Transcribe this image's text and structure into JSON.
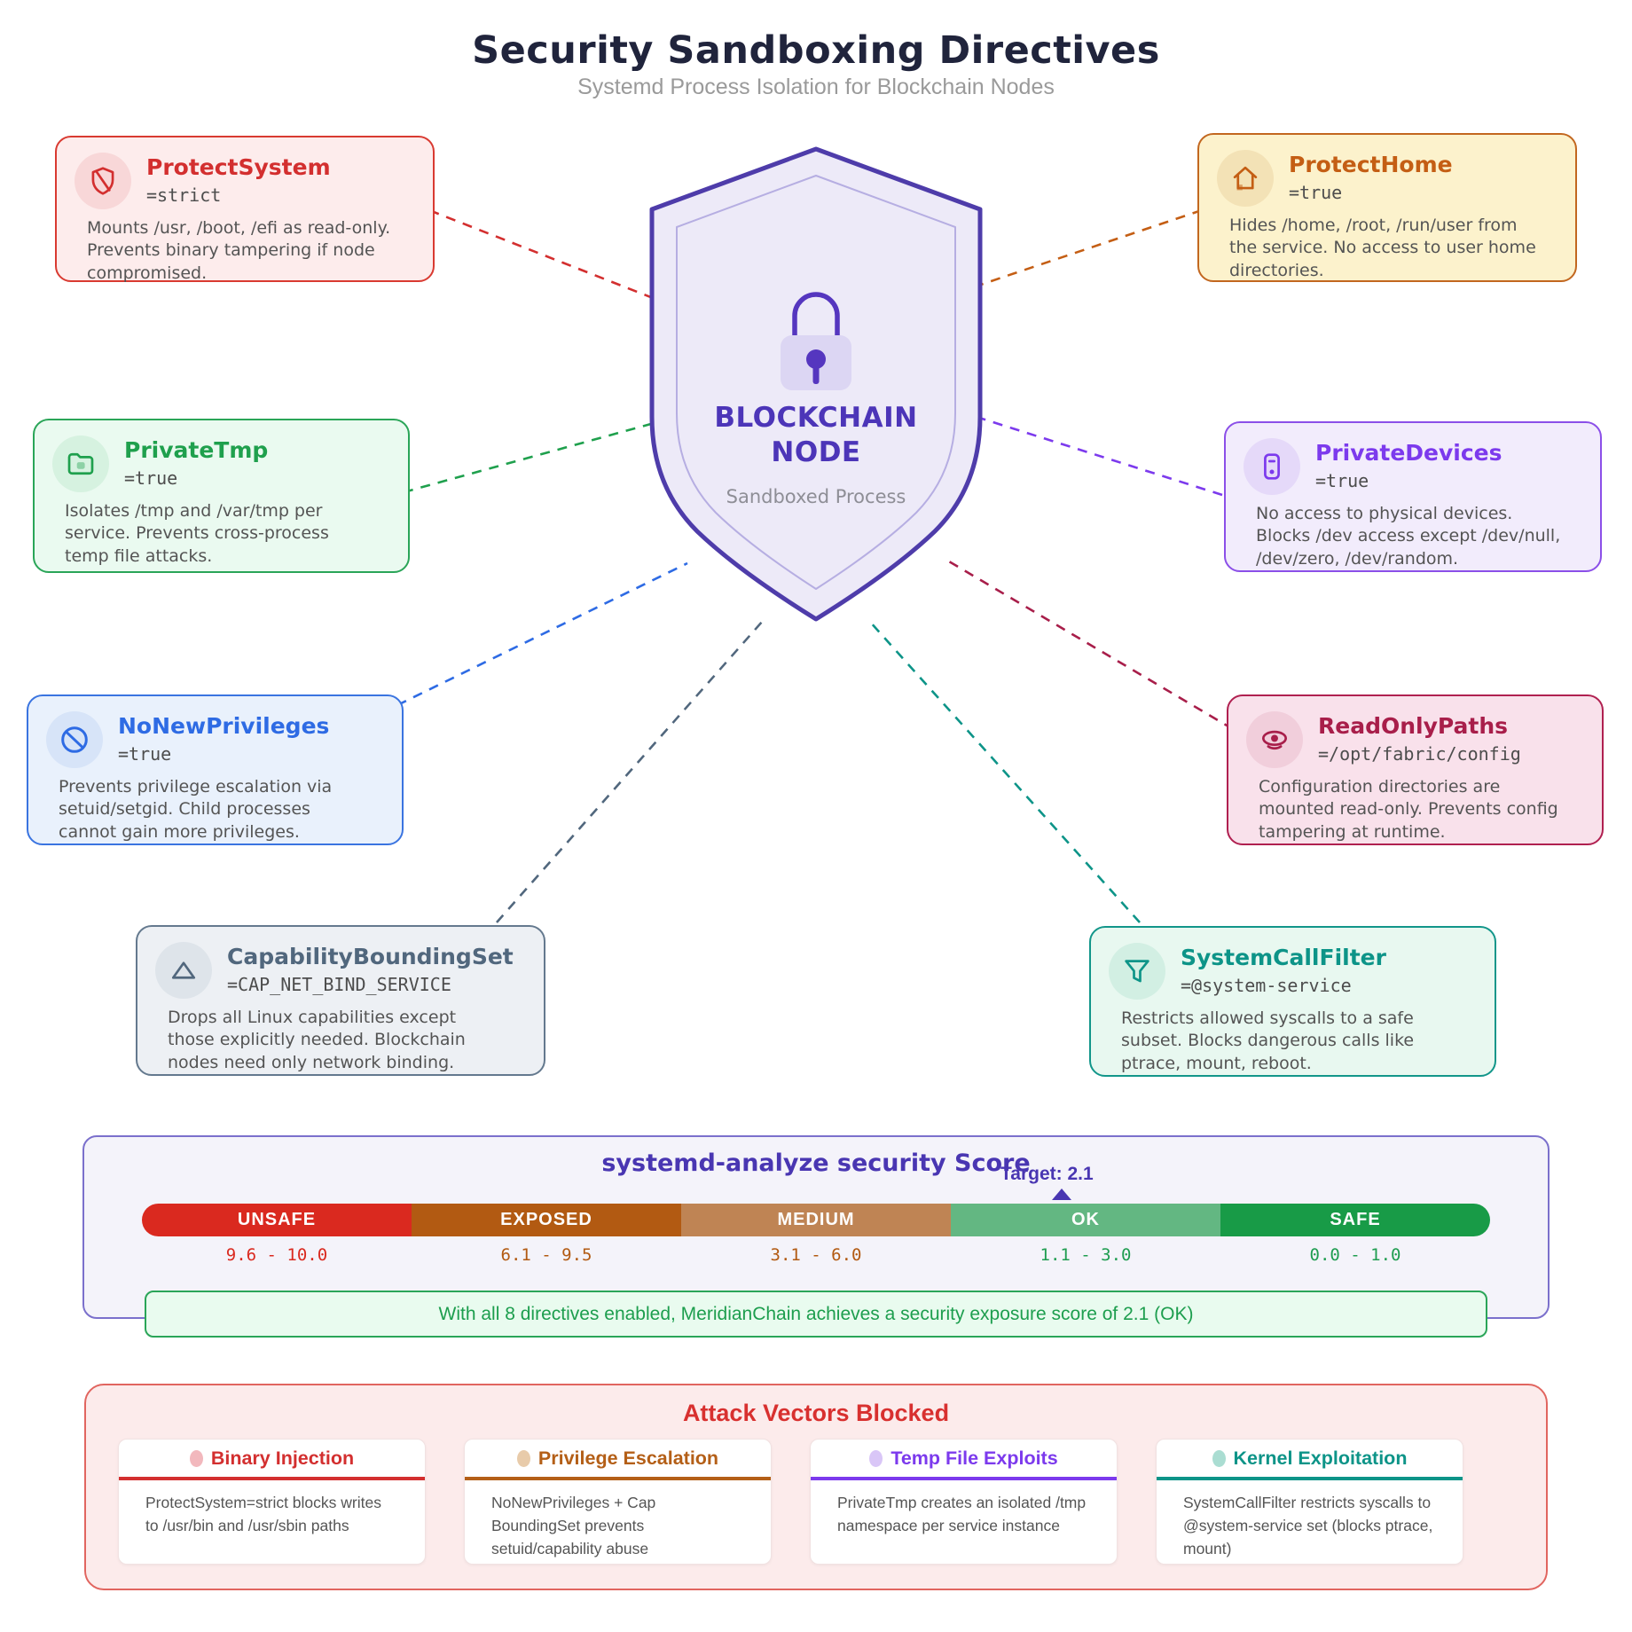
{
  "header": {
    "title": "Security Sandboxing Directives",
    "subtitle": "Systemd Process Isolation for Blockchain Nodes"
  },
  "shield": {
    "title_line1": "BLOCKCHAIN",
    "title_line2": "NODE",
    "subtitle": "Sandboxed Process",
    "colors": {
      "border": "#4e3caa",
      "fill": "#edeaf8",
      "inner_outline": "#b6aee2",
      "lock_body": "#dcd6f3",
      "lock_dark": "#5536bf",
      "title": "#4c35b8",
      "subtitle": "#8e8e96"
    }
  },
  "directives": [
    {
      "name": "ProtectSystem",
      "value": "=strict",
      "description": "Mounts /usr, /boot, /efi as read-only. Prevents binary tampering if node compromised.",
      "icon": "shield-slash",
      "accent": "#d32f2f",
      "border": "#d93a31",
      "bg": "#fdecec",
      "icon_bg": "#f8d7d8"
    },
    {
      "name": "ProtectHome",
      "value": "=true",
      "description": "Hides /home, /root, /run/user from the service. No access to user home directories.",
      "icon": "home",
      "accent": "#c45e14",
      "border": "#c2671f",
      "bg": "#fcf2cc",
      "icon_bg": "#f3e2b6"
    },
    {
      "name": "PrivateTmp",
      "value": "=true",
      "description": "Isolates /tmp and /var/tmp per service. Prevents cross-process temp file attacks.",
      "icon": "folder",
      "accent": "#1fa04d",
      "border": "#2aa558",
      "bg": "#eafaf0",
      "icon_bg": "#d6f2e0"
    },
    {
      "name": "PrivateDevices",
      "value": "=true",
      "description": "No access to physical devices. Blocks /dev access except /dev/null, /dev/zero, /dev/random.",
      "icon": "device",
      "accent": "#7c3aed",
      "border": "#8b4fe8",
      "bg": "#f2ecfc",
      "icon_bg": "#e5d9f9"
    },
    {
      "name": "NoNewPrivileges",
      "value": "=true",
      "description": "Prevents privilege escalation via setuid/setgid. Child processes cannot gain more privileges.",
      "icon": "no-entry",
      "accent": "#2e6be4",
      "border": "#3a74e0",
      "bg": "#e9f1fc",
      "icon_bg": "#d7e4f8"
    },
    {
      "name": "ReadOnlyPaths",
      "value": "=/opt/fabric/config",
      "description": "Configuration directories are mounted read-only. Prevents config tampering at runtime.",
      "icon": "eye",
      "accent": "#a81e4a",
      "border": "#b02050",
      "bg": "#f9e1eb",
      "icon_bg": "#f1cedb"
    },
    {
      "name": "CapabilityBoundingSet",
      "value": "=CAP_NET_BIND_SERVICE",
      "description": "Drops all Linux capabilities except those explicitly needed. Blockchain nodes need only network binding.",
      "icon": "triangle",
      "accent": "#51677d",
      "border": "#64798e",
      "bg": "#edf0f4",
      "icon_bg": "#dee4ea"
    },
    {
      "name": "SystemCallFilter",
      "value": "=@system-service",
      "description": "Restricts allowed syscalls to a safe subset. Blocks dangerous calls like ptrace, mount, reboot.",
      "icon": "funnel",
      "accent": "#0d9488",
      "border": "#12968a",
      "bg": "#e8f8f0",
      "icon_bg": "#d2efe3"
    }
  ],
  "score_panel": {
    "title": "systemd-analyze security Score",
    "accent": "#4936b2",
    "target_label": "Target: 2.1",
    "note": "With all 8 directives enabled, MeridianChain achieves a security exposure score of 2.1 (OK)",
    "note_color": "#1d9e4e",
    "segments": [
      {
        "label": "UNSAFE",
        "range": "9.6 - 10.0",
        "color": "#da291f",
        "range_color": "#da291f"
      },
      {
        "label": "EXPOSED",
        "range": "6.1 - 9.5",
        "color": "#b25a12",
        "range_color": "#b25a12"
      },
      {
        "label": "MEDIUM",
        "range": "3.1 - 6.0",
        "color": "#bf8454",
        "range_color": "#b25a12"
      },
      {
        "label": "OK",
        "range": "1.1 - 3.0",
        "color": "#63b782",
        "range_color": "#1f9d50"
      },
      {
        "label": "SAFE",
        "range": "0.0 - 1.0",
        "color": "#189b47",
        "range_color": "#1f9d50"
      }
    ]
  },
  "attack_vectors": {
    "title": "Attack Vectors Blocked",
    "title_color": "#d8302f",
    "items": [
      {
        "label": "Binary Injection",
        "description": "ProtectSystem=strict blocks writes to /usr/bin and /usr/sbin paths",
        "accent": "#d32f2f",
        "dot": "#f2b8bd"
      },
      {
        "label": "Privilege Escalation",
        "description": "NoNewPrivileges + Cap BoundingSet prevents setuid/capability abuse",
        "accent": "#b45f17",
        "dot": "#e8cbaa"
      },
      {
        "label": "Temp File Exploits",
        "description": "PrivateTmp creates an isolated /tmp namespace per service instance",
        "accent": "#7c3aed",
        "dot": "#d9c6f7"
      },
      {
        "label": "Kernel Exploitation",
        "description": "SystemCallFilter restricts syscalls to @system-service set (blocks ptrace, mount)",
        "accent": "#0d9488",
        "dot": "#aaddd2"
      }
    ]
  }
}
